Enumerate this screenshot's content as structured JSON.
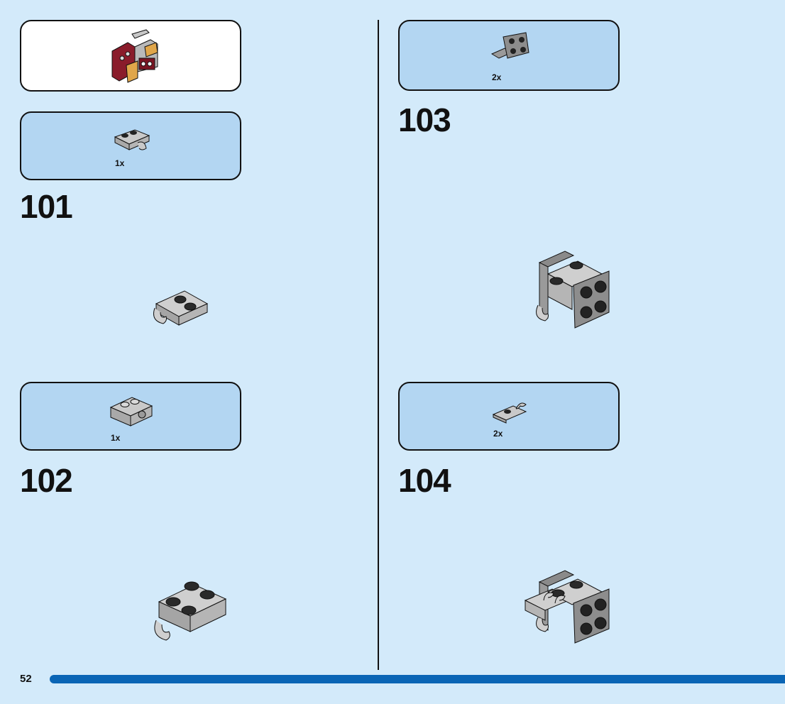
{
  "page_number": "52",
  "steps": [
    {
      "number": "101",
      "parts_qty": "1x"
    },
    {
      "number": "102",
      "parts_qty": "1x"
    },
    {
      "number": "103",
      "parts_qty": "2x"
    },
    {
      "number": "104",
      "parts_qty": "2x"
    }
  ],
  "colors": {
    "background": "#d3eafa",
    "parts_box": "#b3d6f2",
    "page_bar": "#0a65b5"
  }
}
